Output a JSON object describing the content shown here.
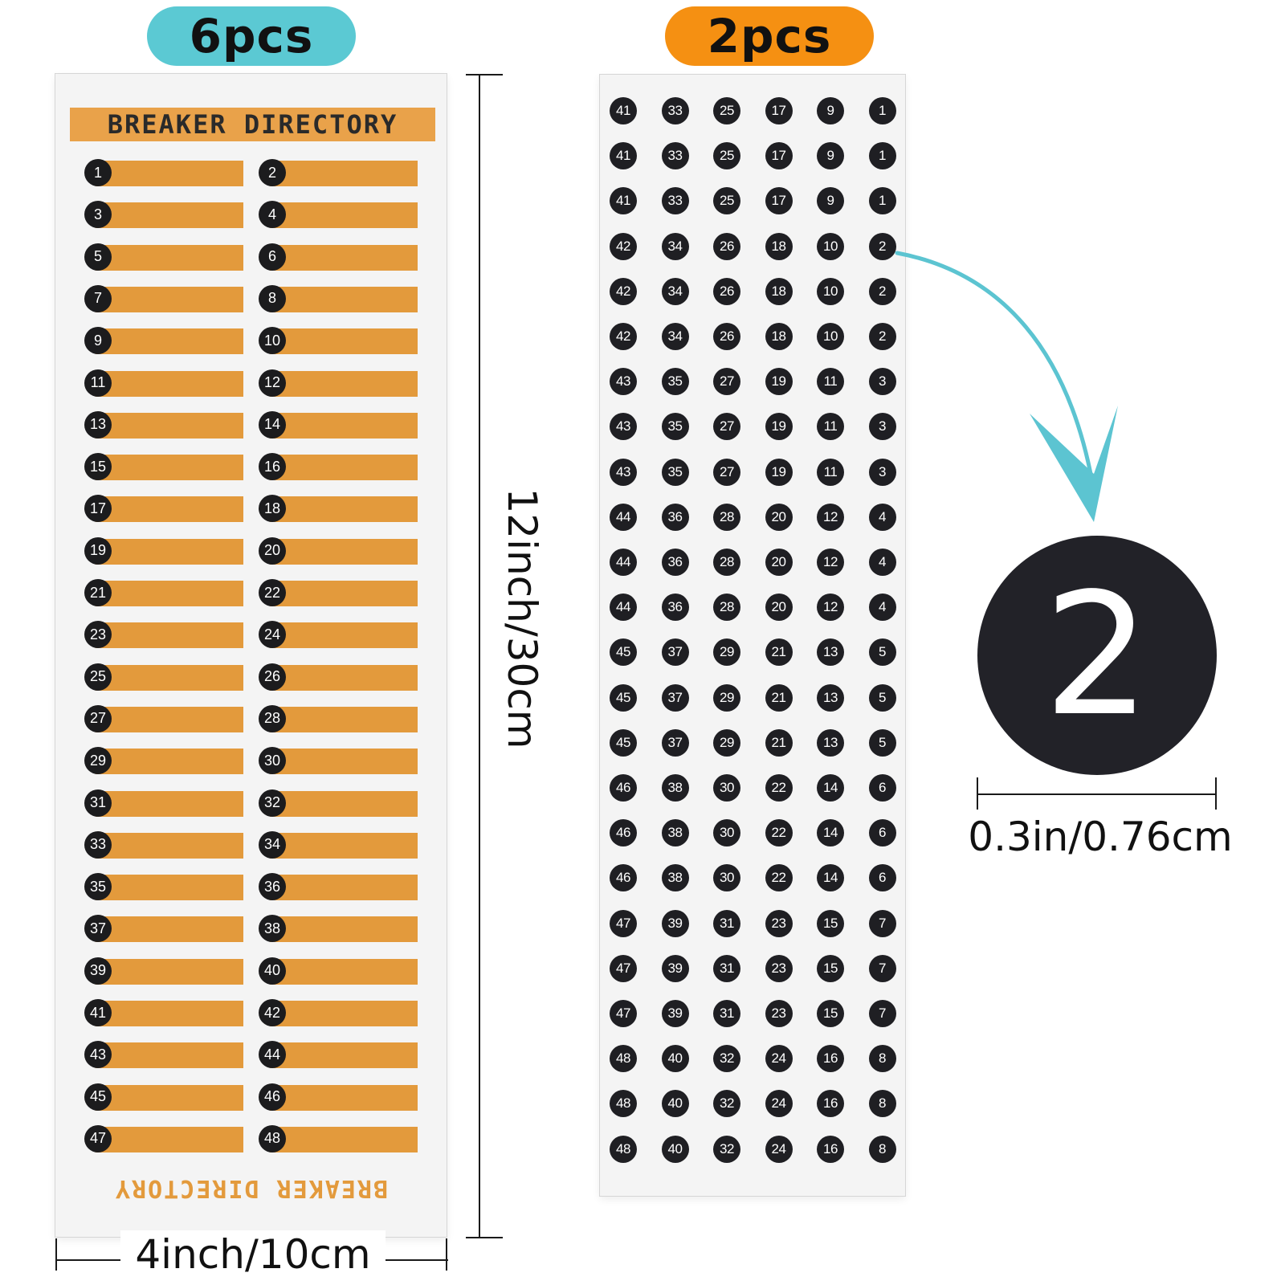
{
  "colors": {
    "teal": "#5BC9D3",
    "orange": "#F59012",
    "label_bar": "#E39A3C",
    "header_band": "#E9A24A",
    "footer_text": "#E39A3C",
    "arrow": "#5CC4D1",
    "dot": "#1F1F23"
  },
  "badges": {
    "left": "6pcs",
    "right": "2pcs"
  },
  "directory": {
    "header": "BREAKER DIRECTORY",
    "footer": "BREAKER DIRECTORY",
    "labels": [
      "1",
      "2",
      "3",
      "4",
      "5",
      "6",
      "7",
      "8",
      "9",
      "10",
      "11",
      "12",
      "13",
      "14",
      "15",
      "16",
      "17",
      "18",
      "19",
      "20",
      "21",
      "22",
      "23",
      "24",
      "25",
      "26",
      "27",
      "28",
      "29",
      "30",
      "31",
      "32",
      "33",
      "34",
      "35",
      "36",
      "37",
      "38",
      "39",
      "40",
      "41",
      "42",
      "43",
      "44",
      "45",
      "46",
      "47",
      "48"
    ]
  },
  "stickers": {
    "column_starts": [
      41,
      33,
      25,
      17,
      9,
      1
    ],
    "groups": 8,
    "repeats_per_group": 3
  },
  "dimensions": {
    "width": "4inch/10cm",
    "height": "12inch/30cm",
    "dot_size": "0.3in/0.76cm"
  },
  "zoom": {
    "number": "2"
  }
}
